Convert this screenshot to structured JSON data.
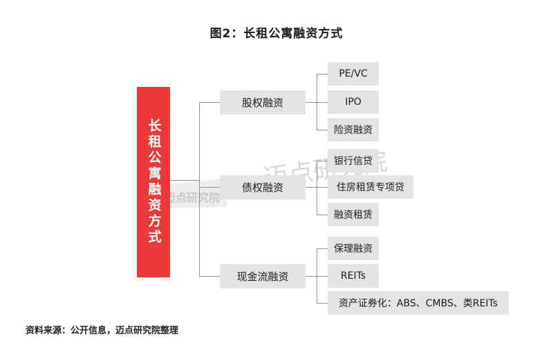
{
  "title": "图2：长租公寓融资方式",
  "root": "长租公寓融资方式",
  "categories": [
    {
      "label": "股权融资",
      "items": [
        "PE/VC",
        "IPO",
        "险资融资"
      ]
    },
    {
      "label": "债权融资",
      "items": [
        "银行信贷",
        "住房租赁专项贷",
        "融资租赁"
      ]
    },
    {
      "label": "现金流融资",
      "items": [
        "保理融资",
        "REITs",
        "资产证券化：ABS、CMBS、类REITs"
      ]
    }
  ],
  "source": "资料来源：公开信息，迈点研究院整理",
  "watermark": "迈点研究院",
  "colors": {
    "accent": "#e83a36",
    "box": "#e4e4e4",
    "line": "#8f8f8f"
  }
}
